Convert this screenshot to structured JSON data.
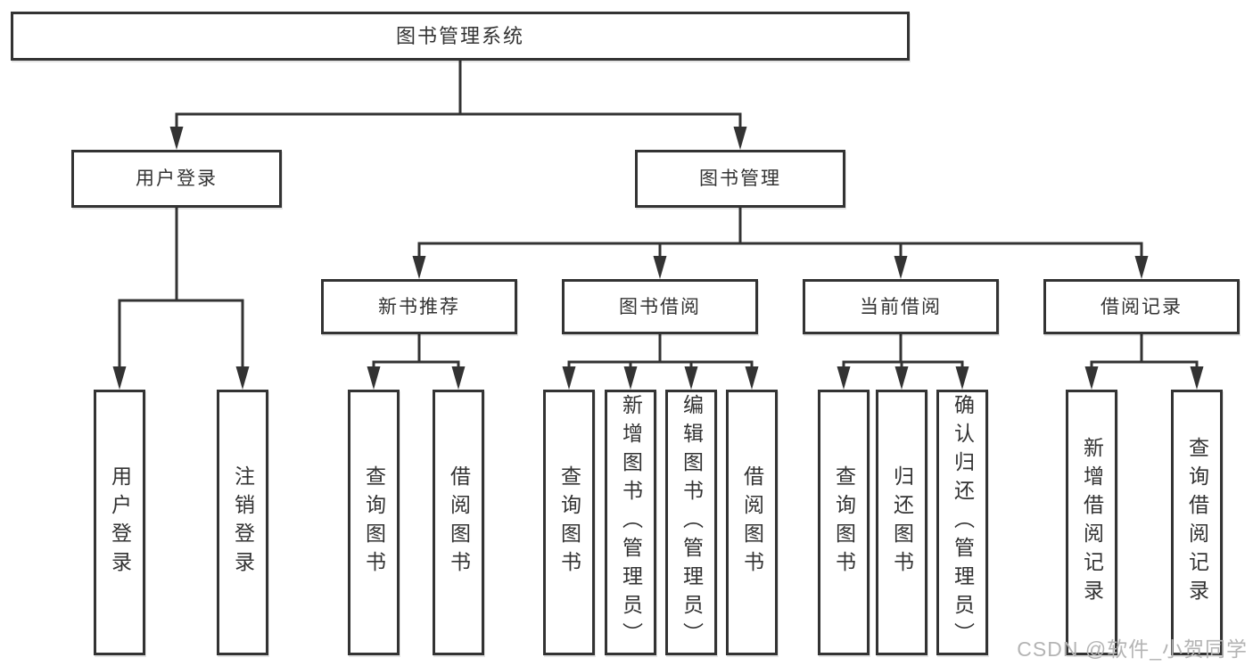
{
  "diagram": {
    "title": "图书管理系统",
    "branches": [
      {
        "label": "用户登录",
        "children": [
          {
            "label": "用户登录"
          },
          {
            "label": "注销登录"
          }
        ]
      },
      {
        "label": "图书管理",
        "groups": [
          {
            "label": "新书推荐",
            "children": [
              {
                "label": "查询图书"
              },
              {
                "label": "借阅图书"
              }
            ]
          },
          {
            "label": "图书借阅",
            "children": [
              {
                "label": "查询图书"
              },
              {
                "label": "新增图书（管理员）"
              },
              {
                "label": "编辑图书（管理员）"
              },
              {
                "label": "借阅图书"
              }
            ]
          },
          {
            "label": "当前借阅",
            "children": [
              {
                "label": "查询图书"
              },
              {
                "label": "归还图书"
              },
              {
                "label": "确认归还（管理员）"
              }
            ]
          },
          {
            "label": "借阅记录",
            "children": [
              {
                "label": "新增借阅记录"
              },
              {
                "label": "查询借阅记录"
              }
            ]
          }
        ]
      }
    ]
  },
  "watermark": {
    "text": "CSDN @软件_小贺同学"
  },
  "colors": {
    "line": "#333333",
    "text": "#333333",
    "background": "#ffffff",
    "watermark": "#b4b4b4"
  }
}
